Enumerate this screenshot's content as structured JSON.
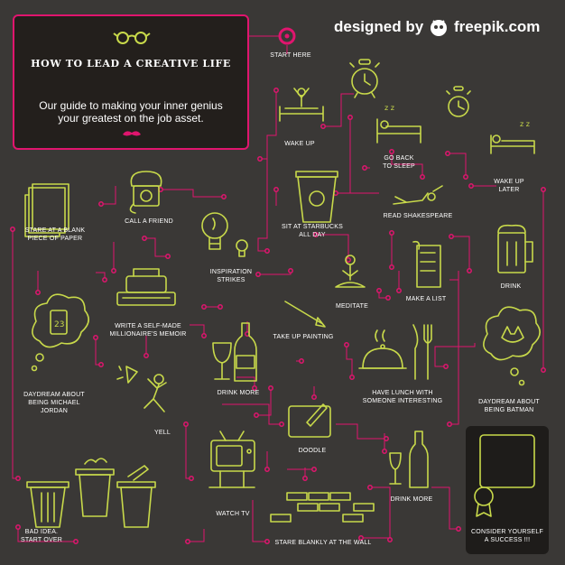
{
  "header": {
    "title": "HOW TO LEAD A CREATIVE LIFE",
    "subtitle": "Our guide to making your inner genius your greatest on the job asset.",
    "credit_prefix": "designed by",
    "credit_brand": "freepik.com"
  },
  "colors": {
    "background": "#3a3836",
    "accent": "#e0156e",
    "icon": "#c8d94a",
    "text": "#ffffff",
    "box": "#231f1c"
  },
  "steps": {
    "start_here": "START HERE",
    "wake_up": "WAKE UP",
    "go_back_to_sleep_1": "GO BACK",
    "go_back_to_sleep_2": "TO SLEEP",
    "wake_up_later_1": "WAKE UP",
    "wake_up_later_2": "LATER",
    "call_a_friend": "CALL A FRIEND",
    "sit_at_starbucks_1": "SIT AT STARBUCKS",
    "sit_at_starbucks_2": "ALL DAY",
    "read_shakespeare": "READ SHAKESPEARE",
    "stare_blank_1": "STARE AT A BLANK",
    "stare_blank_2": "PIECE OF PAPER",
    "inspiration_1": "INSPIRATION",
    "inspiration_2": "STRIKES",
    "meditate": "MEDITATE",
    "make_a_list": "MAKE A LIST",
    "drink_top": "DRINK",
    "memoir_1": "WRITE A SELF-MADE",
    "memoir_2": "MILLIONAIRE'S MEMOIR",
    "take_up_painting": "TAKE UP PAINTING",
    "daydream_jordan_1": "DAYDREAM ABOUT",
    "daydream_jordan_2": "BEING MICHAEL",
    "daydream_jordan_3": "JORDAN",
    "drink_more_1": "DRINK MORE",
    "lunch_1": "HAVE LUNCH WITH",
    "lunch_2": "SOMEONE INTERESTING",
    "daydream_batman_1": "DAYDREAM ABOUT",
    "daydream_batman_2": "BEING BATMAN",
    "yell": "YELL",
    "doodle": "DOODLE",
    "watch_tv": "WATCH TV",
    "drink_more_2": "DRINK MORE",
    "bad_idea_1": "BAD IDEA.",
    "bad_idea_2": "START OVER",
    "stare_wall": "STARE BLANKLY AT THE WALL",
    "success_1": "CONSIDER YOURSELF",
    "success_2": "A SUCCESS !!!"
  },
  "phone_screen": "23"
}
